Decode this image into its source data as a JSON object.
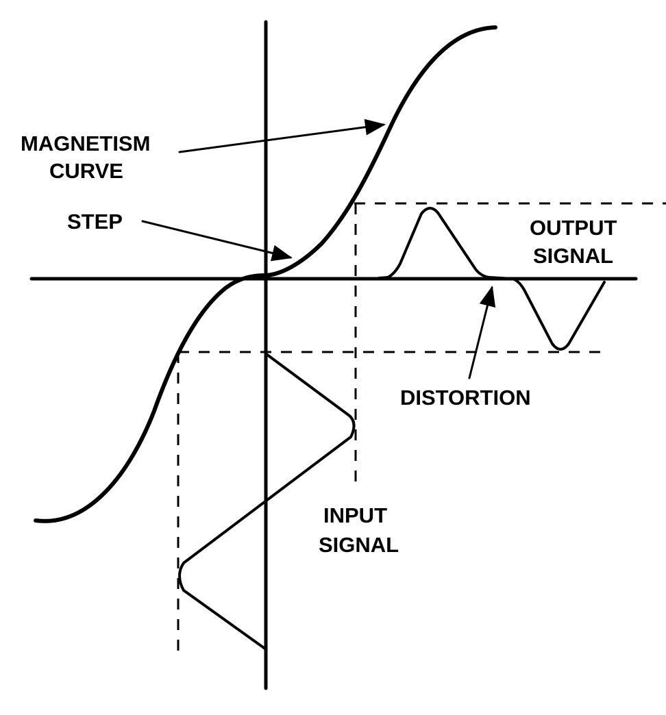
{
  "labels": {
    "magnetism_curve_line1": "MAGNETISM",
    "magnetism_curve_line2": "CURVE",
    "step": "STEP",
    "output_signal_line1": "OUTPUT",
    "output_signal_line2": "SIGNAL",
    "distortion": "DISTORTION",
    "input_signal_line1": "INPUT",
    "input_signal_line2": "SIGNAL"
  },
  "colors": {
    "ink": "#000000",
    "background": "#ffffff"
  }
}
